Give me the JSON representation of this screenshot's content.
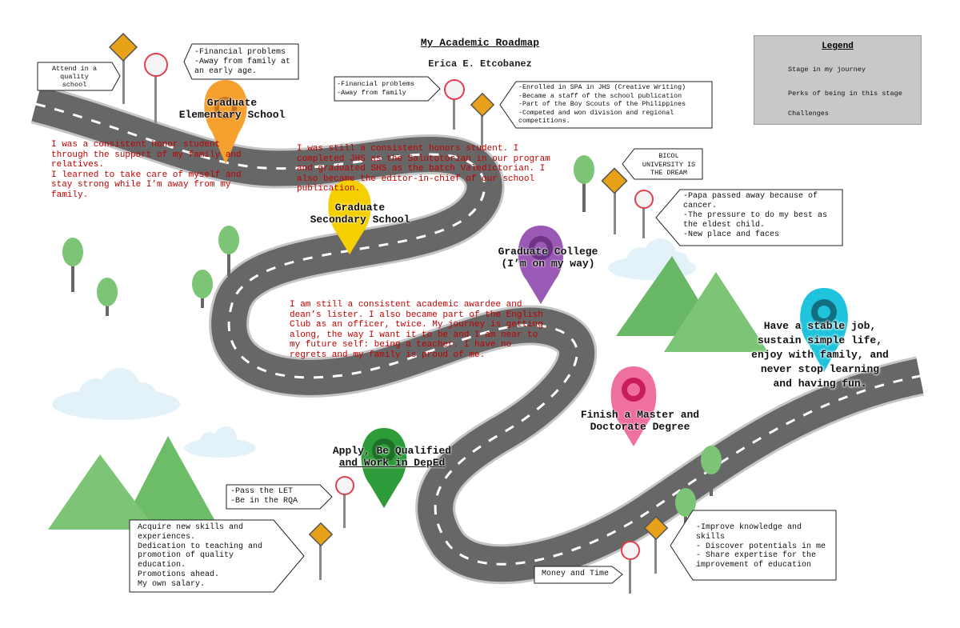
{
  "header": {
    "title": "My Academic Roadmap",
    "author": "Erica E. Etcobanez"
  },
  "legend": {
    "title": "Legend",
    "items": [
      {
        "label": "Stage in my journey",
        "icon": "map-pin-icon",
        "color": "#f5c400"
      },
      {
        "label": "Perks of being in this stage",
        "icon": "diamond-sign-icon",
        "color": "#e8a21a"
      },
      {
        "label": "Challenges",
        "icon": "circle-sign-icon",
        "color": "#e04050"
      }
    ]
  },
  "stages": {
    "elementary": {
      "line1": "Graduate",
      "line2": "Elementary School",
      "color": "#f6a02e"
    },
    "secondary": {
      "line1": "Graduate",
      "line2": "Secondary School",
      "color": "#f5d000"
    },
    "college": {
      "line1": "Graduate College",
      "line2": "(I’m on my way)",
      "color": "#9b59b6"
    },
    "work": {
      "line1": "Apply, Be Qualified",
      "line2": "and Work in DepEd",
      "color": "#2e9b3a"
    },
    "masters": {
      "line1": "Finish a Master and",
      "line2": "Doctorate Degree",
      "color": "#ef6fa0"
    },
    "future": {
      "line1": "Have a stable job,",
      "line2": "sustain simple life,",
      "line3": "enjoy with family, and",
      "line4": "never stop learning",
      "line5": "and having fun.",
      "color": "#1fc4dc"
    }
  },
  "stories": {
    "elementary": [
      "I was a consistent honor student",
      "through the support of my family and",
      "relatives.",
      "I learned to take care of myself and",
      "stay strong while I’m away from my",
      "family."
    ],
    "secondary": [
      "I was still a consistent honors student. I",
      "completed JHS as the Salutotorian in our program",
      "and graduated SHS as the batch Valedictorian. I",
      "also became the editor-in-chief of our school",
      "publication."
    ],
    "college": [
      "I am still a consistent academic awardee and",
      "dean’s lister. I also became part of the English",
      "Club as an officer, twice. My journey is getting",
      "along, the way I want it to be and I am near to",
      "my future self: being a teacher. I have no",
      "regrets and my family is proud of me."
    ]
  },
  "notes": {
    "elem_perk": [
      "Attend in a",
      "quality",
      "school"
    ],
    "elem_challenge": [
      "-Financial problems",
      "-Away from family at",
      "an early age."
    ],
    "sec_challenge": [
      "-Financial problems",
      "-Away from family"
    ],
    "sec_perk": [
      "-Enrolled in SPA in JHS (Creative Writing)",
      "-Became a staff of the school publication",
      "-Part of the Boy Scouts of the Philippines",
      "-Competed and won division and regional",
      "competitions."
    ],
    "college_perk": [
      "BICOL",
      "UNIVERSITY IS",
      "THE DREAM"
    ],
    "college_challenge": [
      "-Papa passed away because of",
      "cancer.",
      "-The pressure to do my best as",
      "the eldest child.",
      "-New place and faces"
    ],
    "work_challenge": [
      "-Pass the LET",
      "-Be in the RQA"
    ],
    "work_perk": [
      "Acquire new skills and",
      "experiences.",
      "Dedication to teaching and",
      "promotion of quality",
      "education.",
      "Promotions ahead.",
      "My own salary."
    ],
    "masters_challenge": [
      "Money and Time"
    ],
    "masters_perk": [
      "-Improve knowledge and",
      "skills",
      "- Discover potentials in me",
      "- Share expertise for the",
      "improvement of education"
    ]
  },
  "colors": {
    "road": "#676767",
    "road_edge": "#c6c6c6",
    "tree": "#7cc576",
    "mountain": "#5fb760",
    "cloud": "#e1f2f8",
    "perk_sign": "#e8a21a",
    "challenge_sign": "#e04050"
  }
}
